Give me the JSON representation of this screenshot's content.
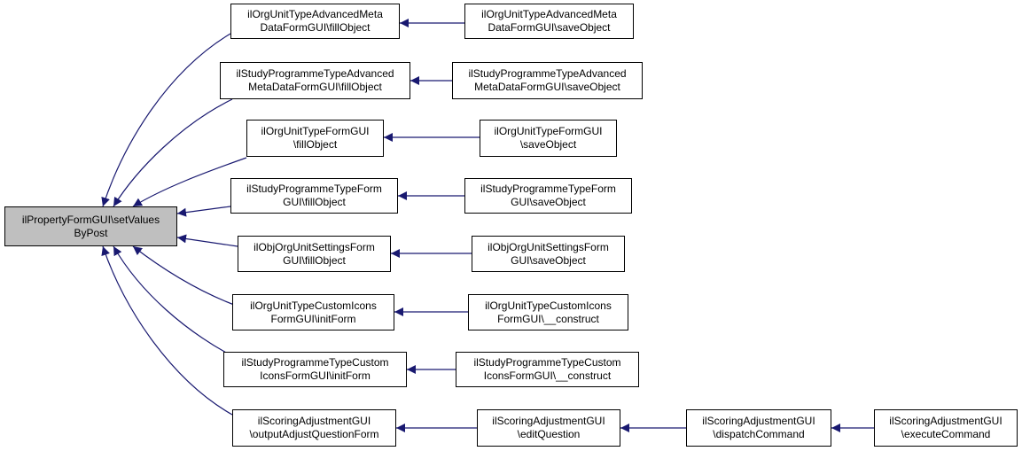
{
  "colors": {
    "edge": "#191970",
    "root_fill": "#bfbfbf",
    "node_fill": "#ffffff",
    "border": "#000000"
  },
  "root": {
    "line1": "ilPropertyFormGUI\\setValues",
    "line2": "ByPost"
  },
  "nodes": {
    "n1a": {
      "line1": "ilOrgUnitTypeAdvancedMeta",
      "line2": "DataFormGUI\\fillObject"
    },
    "n1b": {
      "line1": "ilOrgUnitTypeAdvancedMeta",
      "line2": "DataFormGUI\\saveObject"
    },
    "n2a": {
      "line1": "ilStudyProgrammeTypeAdvanced",
      "line2": "MetaDataFormGUI\\fillObject"
    },
    "n2b": {
      "line1": "ilStudyProgrammeTypeAdvanced",
      "line2": "MetaDataFormGUI\\saveObject"
    },
    "n3a": {
      "line1": "ilOrgUnitTypeFormGUI",
      "line2": "\\fillObject"
    },
    "n3b": {
      "line1": "ilOrgUnitTypeFormGUI",
      "line2": "\\saveObject"
    },
    "n4a": {
      "line1": "ilStudyProgrammeTypeForm",
      "line2": "GUI\\fillObject"
    },
    "n4b": {
      "line1": "ilStudyProgrammeTypeForm",
      "line2": "GUI\\saveObject"
    },
    "n5a": {
      "line1": "ilObjOrgUnitSettingsForm",
      "line2": "GUI\\fillObject"
    },
    "n5b": {
      "line1": "ilObjOrgUnitSettingsForm",
      "line2": "GUI\\saveObject"
    },
    "n6a": {
      "line1": "ilOrgUnitTypeCustomIcons",
      "line2": "FormGUI\\initForm"
    },
    "n6b": {
      "line1": "ilOrgUnitTypeCustomIcons",
      "line2": "FormGUI\\__construct"
    },
    "n7a": {
      "line1": "ilStudyProgrammeTypeCustom",
      "line2": "IconsFormGUI\\initForm"
    },
    "n7b": {
      "line1": "ilStudyProgrammeTypeCustom",
      "line2": "IconsFormGUI\\__construct"
    },
    "n8a": {
      "line1": "ilScoringAdjustmentGUI",
      "line2": "\\outputAdjustQuestionForm"
    },
    "n8b": {
      "line1": "ilScoringAdjustmentGUI",
      "line2": "\\editQuestion"
    },
    "n8c": {
      "line1": "ilScoringAdjustmentGUI",
      "line2": "\\dispatchCommand"
    },
    "n8d": {
      "line1": "ilScoringAdjustmentGUI",
      "line2": "\\executeCommand"
    }
  }
}
